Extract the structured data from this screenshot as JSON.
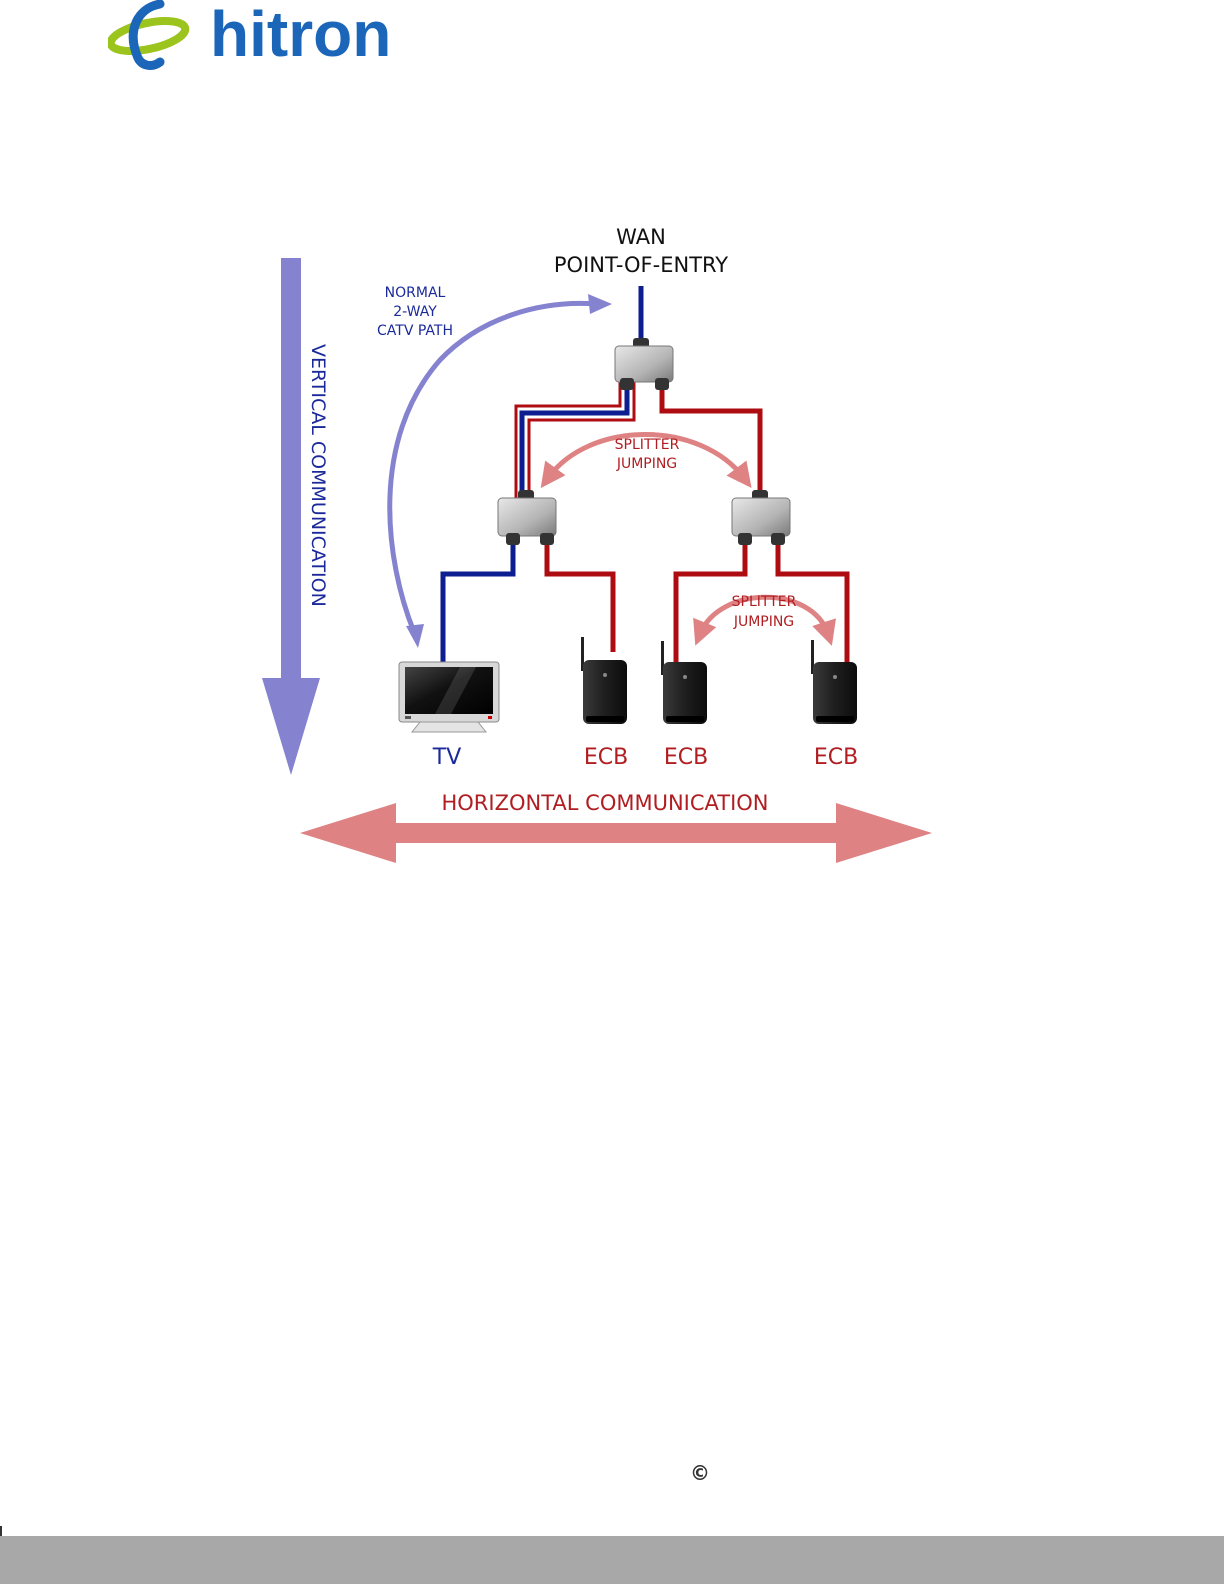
{
  "logo": {
    "text": "hitron",
    "colors": {
      "swoosh": "#9bc41c",
      "text": "#1b66b8"
    }
  },
  "diagram": {
    "wan_line1": "WAN",
    "wan_line2": "POINT-OF-ENTRY",
    "normal_path": [
      "NORMAL",
      "2-WAY",
      "CATV PATH"
    ],
    "splitter_jumping_top": [
      "SPLITTER",
      "JUMPING"
    ],
    "splitter_jumping_bottom": [
      "SPLITTER",
      "JUMPING"
    ],
    "vertical_label": "VERTICAL COMMUNICATION",
    "horizontal_label": "HORIZONTAL COMMUNICATION",
    "devices": {
      "tv": "TV",
      "ecb1": "ECB",
      "ecb2": "ECB",
      "ecb3": "ECB"
    },
    "colors": {
      "blue_cable": "#0d1e91",
      "red_cable": "#ad0c10",
      "vertical_arrow": "#8583d0",
      "horizontal_arrow": "#de8283",
      "label_blue": "#1b2a9b",
      "label_red": "#b01e22",
      "label_black": "#111111"
    }
  },
  "footer": {
    "copyright_symbol": "©"
  }
}
